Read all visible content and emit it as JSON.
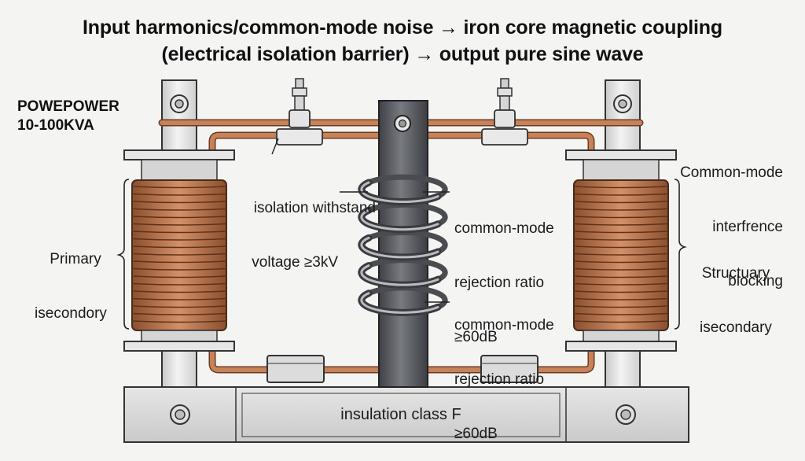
{
  "title": {
    "line1": "Input harmonics/common-mode noise → iron core magnetic coupling",
    "line2": "(electrical isolation barrier) → output pure sine wave"
  },
  "brand": {
    "name": "POWEPOWER",
    "rating": "10-100KVA"
  },
  "labels": {
    "primary_line1": "Primary",
    "primary_line2": "isecondory",
    "isolation_line1": "isolation withstand",
    "isolation_line2": "voltage ≥3kV",
    "cmrr_top_line1": "common-mode",
    "cmrr_top_line2": "rejection ratio",
    "cmrr_top_line3": "≥60dB",
    "cmrr_bottom_line1": "common-mode",
    "cmrr_bottom_line2": "rejection ratio",
    "cmrr_bottom_line3": "≥60dB",
    "cm_block_line1": "Common-mode",
    "cm_block_line2": "interfrence",
    "cm_block_line3": "blocking",
    "structural_line1": "Structuary",
    "structural_line2": "isecondary",
    "base": "insulation class F"
  },
  "colors": {
    "copper": "#b8704a",
    "core": "#5c5e63",
    "frame": "#dcdcdc",
    "outline": "#333333"
  }
}
